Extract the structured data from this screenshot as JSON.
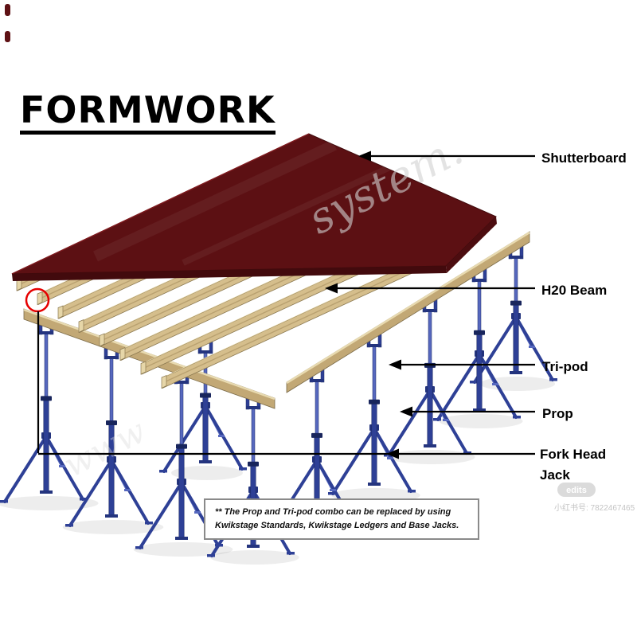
{
  "title": "FORMWORK",
  "labels": {
    "shutterboard": "Shutterboard",
    "h20_beam": "H20 Beam",
    "tripod": "Tri-pod",
    "prop": "Prop",
    "fork_head_jack": "Fork Head Jack"
  },
  "note": {
    "line1": "** The Prop and Tri-pod combo can be replaced by using",
    "line2": "Kwikstage Standards, Kwikstage Ledgers and Base Jacks."
  },
  "watermarks": {
    "diagonal": "system.",
    "corner_fragment": "www",
    "badge": "edits",
    "id_text": "小红书号: 7822467465"
  },
  "colors": {
    "shutterboard": "#5C1013",
    "shutterboard_edge": "#420A0D",
    "wood": "#D5BE8C",
    "wood_top": "#EFE2B8",
    "steel_blue": "#2E4096",
    "steel_blue_dark": "#1C2A66",
    "arrow": "#000000",
    "highlight_circle": "#E60000"
  }
}
